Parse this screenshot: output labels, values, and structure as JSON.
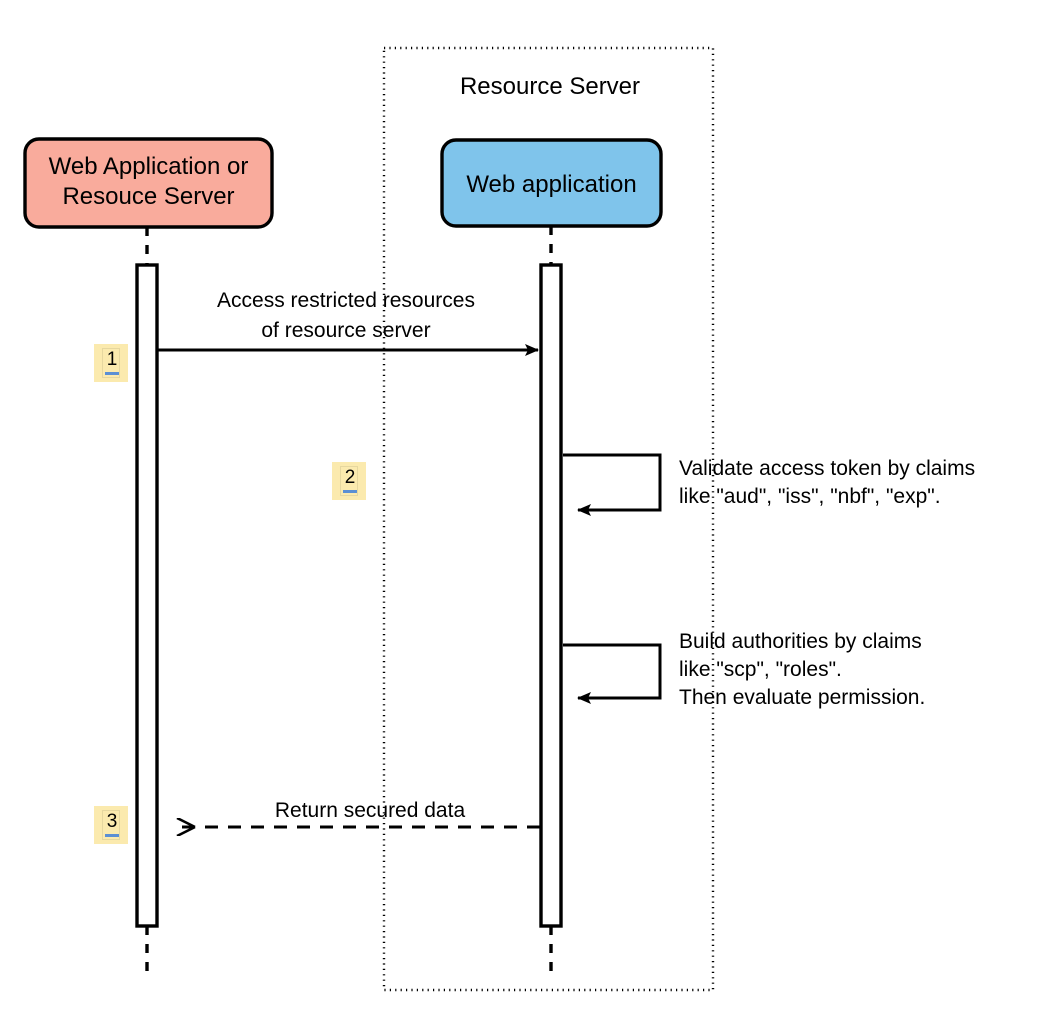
{
  "diagram": {
    "type": "sequence-diagram",
    "title_text": "Resource Server",
    "background": "#ffffff",
    "participants": [
      {
        "id": "client",
        "label_line1": "Web Application or",
        "label_line2": "Resouce Server",
        "fill": "#f9ab9c",
        "stroke": "#000000"
      },
      {
        "id": "resource-web-app",
        "label_line1": "Web application",
        "fill": "#7fc4eb",
        "stroke": "#000000"
      }
    ],
    "frame": {
      "label": "Resource Server",
      "border_style": "dotted",
      "border_color": "#000000"
    },
    "messages": [
      {
        "number": "1",
        "label_line1": "Access restricted resources",
        "label_line2": "of resource server",
        "style": "solid",
        "arrow": "filled",
        "direction": "right"
      },
      {
        "number": "2",
        "label_line1": "Validate access token by claims",
        "label_line2": "like \"aud\", \"iss\", \"nbf\", \"exp\".",
        "style": "solid",
        "arrow": "filled",
        "direction": "self"
      },
      {
        "number": "",
        "label_line1": "Build authorities by claims",
        "label_line2": "like \"scp\", \"roles\".",
        "label_line3": "Then evaluate permission.",
        "style": "solid",
        "arrow": "filled",
        "direction": "self"
      },
      {
        "number": "3",
        "label_line1": "Return secured data",
        "style": "dashed",
        "arrow": "open",
        "direction": "left"
      }
    ],
    "badges": [
      {
        "number": "1",
        "highlight": "#fbeaae",
        "underline": "#5b8fd4"
      },
      {
        "number": "2",
        "highlight": "#fbeaae",
        "underline": "#5b8fd4"
      },
      {
        "number": "3",
        "highlight": "#fbeaae",
        "underline": "#5b8fd4"
      }
    ]
  }
}
